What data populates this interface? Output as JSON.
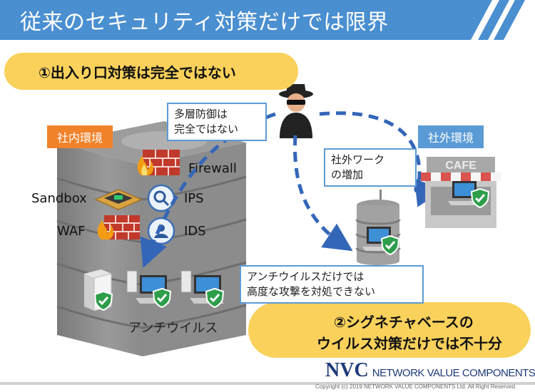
{
  "title": "従来のセキュリティ対策だけでは限界",
  "point1": "①出入り口対策は完全ではない",
  "point2": {
    "line1": "②シグネチャベースの",
    "line2": "ウイルス対策だけでは不十分"
  },
  "inside_tag": "社内環境",
  "outside_tag": "社外環境",
  "callout_defense": {
    "line1": "多層防御は",
    "line2": "完全ではない"
  },
  "callout_remote": {
    "line1": "社外ワーク",
    "line2": "の増加"
  },
  "callout_antivirus": {
    "line1": "アンチウイルスだけでは",
    "line2": "高度な攻撃を対処できない"
  },
  "labels": {
    "firewall": "Firewall",
    "sandbox": "Sandbox",
    "ips": "IPS",
    "waf": "WAF",
    "ids": "IDS",
    "antivirus": "アンチウイルス"
  },
  "cafe_sign": "CAFE",
  "logo": {
    "mark": "NVC",
    "name": "NETWORK VALUE COMPONENTS"
  },
  "copyright": "Copyright (c) 2019 NETWORK VALUE COMPONENTS Ltd. All Right Reserved.",
  "colors": {
    "title_bar": "#4a8fd0",
    "accent_yellow": "#f9d15b",
    "tag_orange": "#f0822a",
    "tag_blue": "#5a9bd5",
    "arrow_blue": "#3466b8",
    "logo_navy": "#1f3a7a"
  },
  "icons": [
    "firewall-icon",
    "sandbox-icon",
    "ips-icon",
    "ids-icon",
    "waf-icon",
    "server-icon",
    "pc-icon",
    "shield-check-icon",
    "hacker-icon",
    "cafe-icon",
    "laptop-icon"
  ]
}
